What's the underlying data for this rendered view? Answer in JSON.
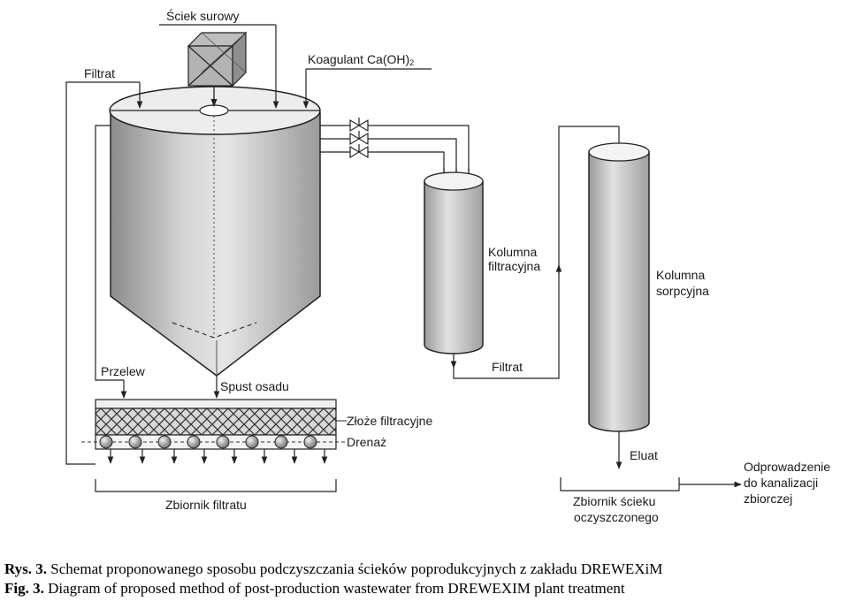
{
  "labels": {
    "raw_wastewater": "Ściek surowy",
    "coagulant": "Koagulant Ca(OH)",
    "coagulant_sub": "2",
    "filtrate_top": "Filtrat",
    "overflow": "Przelew",
    "sludge_drain": "Spust osadu",
    "filter_bed": "Złoże filtracyjne",
    "drainage": "Drenaż",
    "filtrate_tank": "Zbiornik filtratu",
    "filter_column_1": "Kolumna",
    "filter_column_2": "filtracyjna",
    "filtrate_mid": "Filtrat",
    "sorption_column_1": "Kolumna",
    "sorption_column_2": "sorpcyjna",
    "eluate": "Eluat",
    "clean_tank_1": "Zbiornik ścieku",
    "clean_tank_2": "oczyszczonego",
    "discharge_1": "Odprowadzenie",
    "discharge_2": "do kanalizacji",
    "discharge_3": "zbiorczej"
  },
  "caption": {
    "pl_prefix": "Rys. 3.",
    "pl_text": " Schemat proponowanego sposobu podczyszczania ścieków poprodukcyjnych z zakładu DREWEXiM",
    "en_prefix": "Fig. 3.",
    "en_text": " Diagram of proposed method of post-production wastewater from DREWEXIM plant treatment"
  }
}
